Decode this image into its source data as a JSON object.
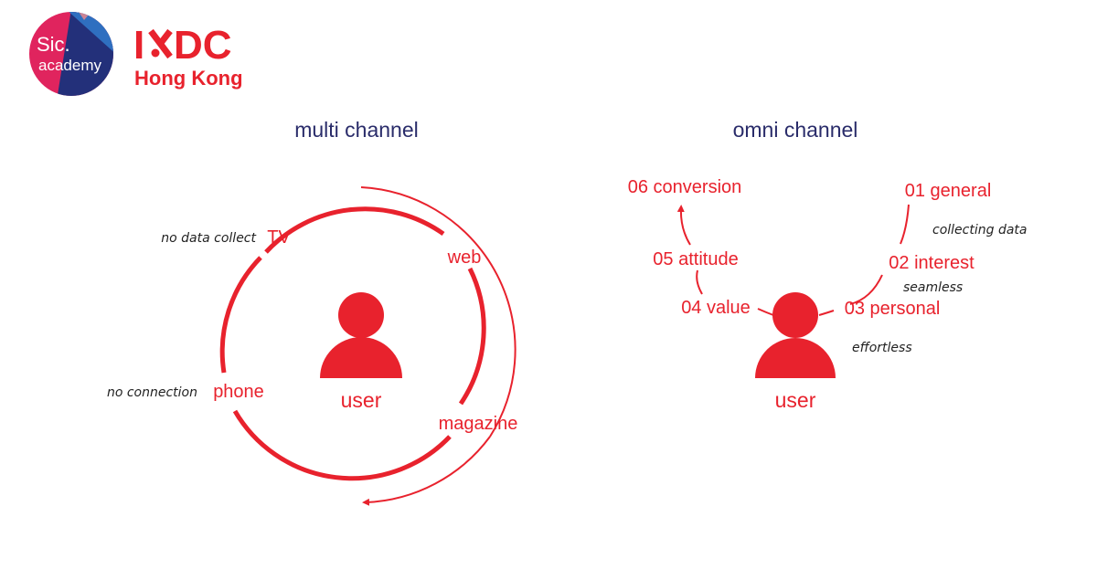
{
  "logos": {
    "sic": {
      "line1": "Sic.",
      "line2": "academy"
    },
    "ixdc": {
      "word_a": "I",
      "word_b": "DC",
      "region": "Hong Kong"
    }
  },
  "multi_channel": {
    "title": "multi channel",
    "user_label": "user",
    "channels": {
      "tv": "TV",
      "web": "web",
      "phone": "phone",
      "magazine": "magazine"
    },
    "notes": {
      "tv": "no data collect",
      "phone": "no connection"
    }
  },
  "omni_channel": {
    "title": "omni channel",
    "user_label": "user",
    "steps": [
      "01 general",
      "02 interest",
      "03 personal",
      "04 value",
      "05 attitude",
      "06 conversion"
    ],
    "notes": {
      "collecting": "collecting data",
      "seamless": "seamless",
      "effortless": "effortless"
    }
  },
  "colors": {
    "accent_red": "#e8222d",
    "title_navy": "#2a2c6a",
    "note_text": "#222222",
    "sic_pink": "#e0245e",
    "sic_navy": "#23307a",
    "sic_blue": "#2f6fc0"
  }
}
